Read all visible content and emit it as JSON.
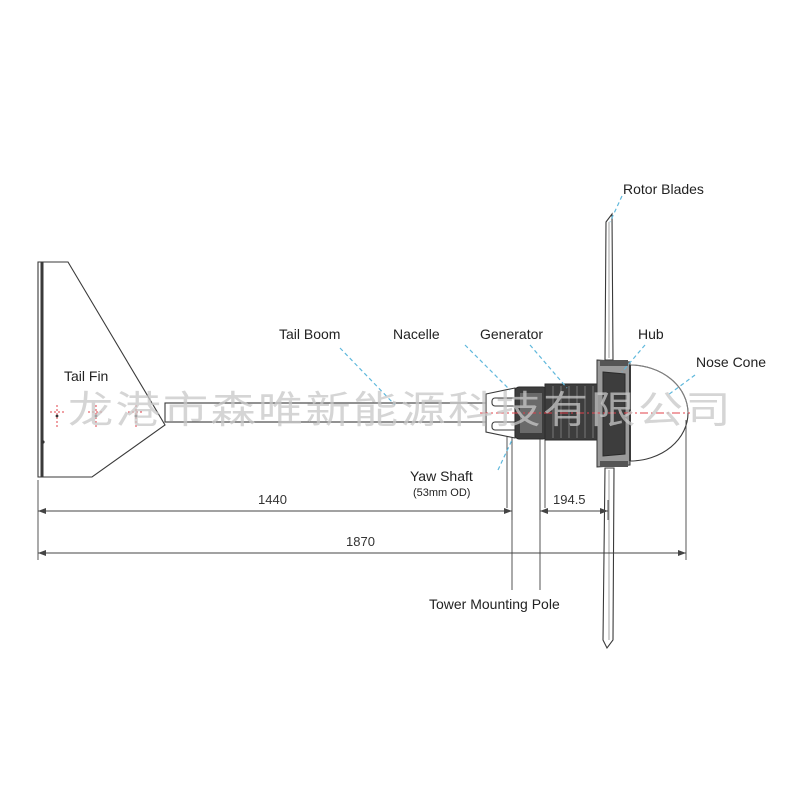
{
  "labels": {
    "rotor_blades": "Rotor Blades",
    "tail_boom": "Tail Boom",
    "nacelle": "Nacelle",
    "generator": "Generator",
    "hub": "Hub",
    "nose_cone": "Nose Cone",
    "tail_fin": "Tail Fin",
    "yaw_shaft": "Yaw Shaft",
    "yaw_shaft_note": "(53mm OD)",
    "tower_mounting_pole": "Tower Mounting Pole"
  },
  "dimensions": {
    "tail_to_yaw": "1440",
    "yaw_to_rotor": "194.5",
    "overall_length": "1870"
  },
  "watermark": "龙港市森唯新能源科技有限公司",
  "colors": {
    "leader": "#5fb8dc",
    "center_line": "#e0404a",
    "drawing": "#3a3a3a"
  }
}
